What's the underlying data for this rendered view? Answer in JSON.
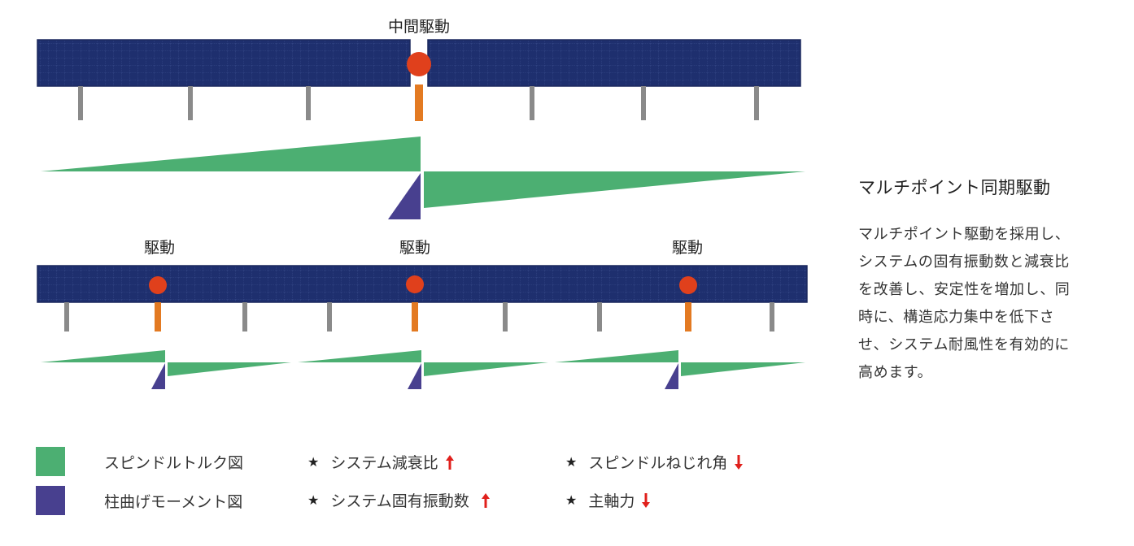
{
  "labels": {
    "middle_drive": "中間駆動",
    "drive": "駆動"
  },
  "side": {
    "title": "マルチポイント同期駆動",
    "body": "マルチポイント駆動を採用し、システムの固有振動数と減衰比を改善し、安定性を増加し、同時に、構造応力集中を低下させ、システム耐風性を有効的に高めます。"
  },
  "legend": {
    "torque_label": "スピンドルトルク図",
    "moment_label": "柱曲げモーメント図",
    "damping_label": "システム減衰比",
    "frequency_label": "システム固有振動数",
    "twist_label": "スピンドルねじれ角",
    "axial_label": "主軸力",
    "star_icon": "star-icon",
    "up_arrow_icon": "up-arrow-icon",
    "down_arrow_icon": "down-arrow-icon"
  },
  "colors": {
    "panel": "#1e2f6e",
    "panel_grid": "#3b4f8f",
    "drive_dot": "#e0401c",
    "drive_post": "#e37a22",
    "post": "#8a8a8a",
    "torque_green": "#4caf72",
    "moment_purple": "#48408f",
    "arrow_red": "#e0201c"
  }
}
